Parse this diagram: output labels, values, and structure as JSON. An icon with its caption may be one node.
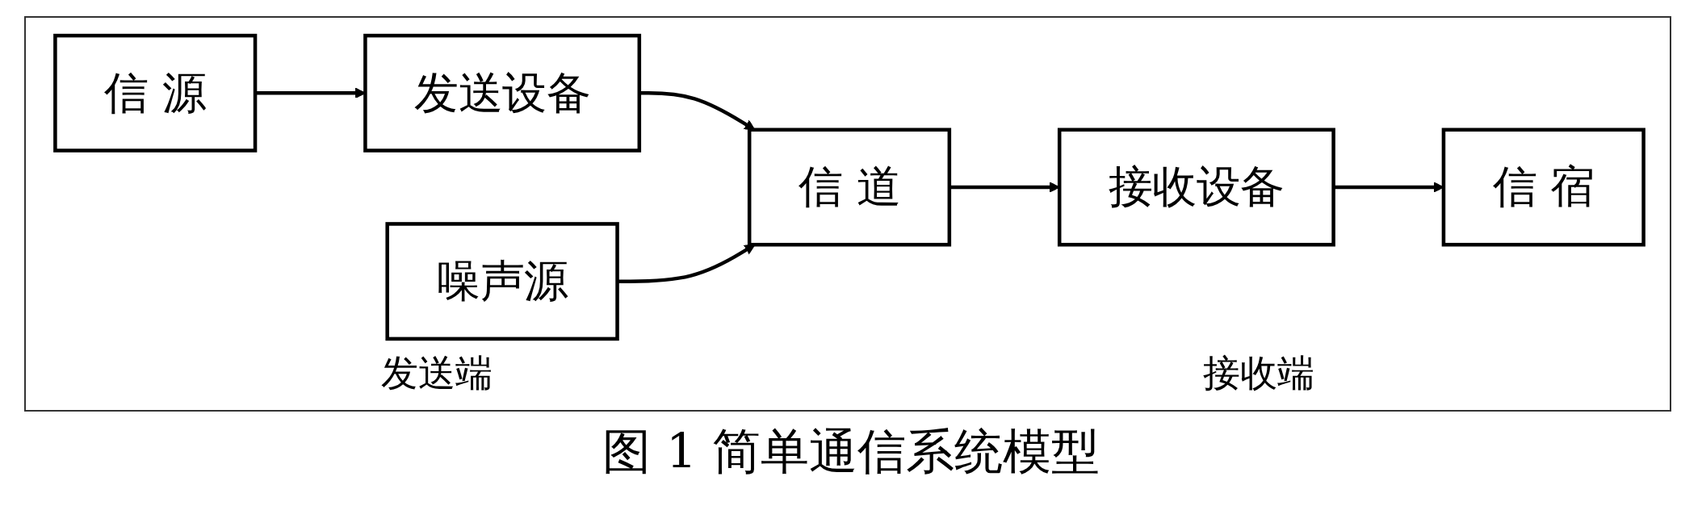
{
  "diagram": {
    "caption": "图 1 简单通信系统模型",
    "nodes": [
      {
        "text": [
          "信 源"
        ]
      },
      {
        "text": [
          "发送设备"
        ]
      },
      {
        "text": [
          "信 道"
        ]
      },
      {
        "text": [
          "接收设备"
        ]
      },
      {
        "text": [
          "信 宿"
        ]
      },
      {
        "text": [
          "噪声源"
        ]
      }
    ],
    "edges": [
      {
        "from": 0,
        "to": 1,
        "arrow": "to"
      },
      {
        "from": 1,
        "to": 2,
        "arrow": "to"
      },
      {
        "from": 2,
        "to": 3,
        "arrow": "to"
      },
      {
        "from": 3,
        "to": 4,
        "arrow": "to"
      },
      {
        "from": 5,
        "to": 2,
        "arrow": "to"
      }
    ],
    "labels": [
      "发送端",
      "接收端"
    ]
  }
}
